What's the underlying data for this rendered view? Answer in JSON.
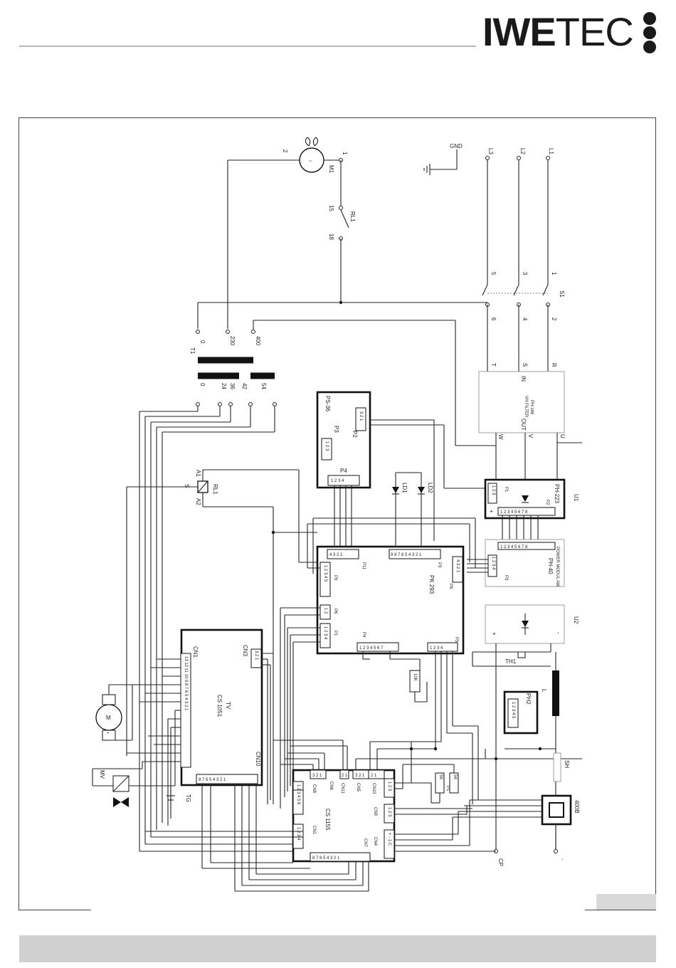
{
  "header": {
    "brand": {
      "bold": "IWE",
      "light": "TEC"
    }
  },
  "labels": {
    "gnd": "GND",
    "l3": "L3",
    "l2": "L2",
    "l1": "L1",
    "motor": "M1",
    "motor_pin_1": "1",
    "motor_pin_2": "2",
    "relay_rl1": "RL1",
    "rl1_pin_15": "15",
    "rl1_pin_18": "18",
    "s1": "S1",
    "s1_pin_5": "5",
    "s1_pin_3": "3",
    "s1_pin_1": "1",
    "s1_pin_6": "6",
    "s1_pin_4": "4",
    "s1_pin_2": "2",
    "t1": "T1",
    "t1_in_0": "0",
    "t1_in_230": "230",
    "t1_in_400": "400",
    "t1_out_0": "0",
    "t1_out_24": "24",
    "t1_out_36": "36",
    "t1_out_42": "42",
    "t1_out_54": "54",
    "filter_in": "IN",
    "filter_t": "T",
    "filter_s": "S",
    "filter_r": "R",
    "filter_title": "VH FILTER",
    "filter_model": "PH-166",
    "filter_out": "OUT",
    "filter_w": "W",
    "filter_v": "V",
    "filter_u": "U",
    "ps36": "PS-36",
    "ps36_p3": "P3",
    "ps36_p2": "P2",
    "ps36_p4": "P4",
    "ld1": "LD1",
    "ld2": "LD2",
    "u1": "U1",
    "ph223": "PH-223",
    "u1_p1": "P1",
    "u1_p2": "P2",
    "relay_a1": "A1",
    "relay_s": "S",
    "relay_rl": "RL1",
    "relay_a2": "A2",
    "pk293": "PK 293",
    "pk_p11": "P11",
    "pk_p3": "P3",
    "pk_p9": "P9",
    "pk_p6": "P6",
    "pk_p1": "P1",
    "pk_p8": "P8",
    "pk_p4": "P4",
    "pk_p5": "P5",
    "pm_title": "POWER MODUL AW",
    "pm_model": "PH-40",
    "pm_p3": "P3",
    "u2": "U2",
    "th1": "TH1",
    "pot_10k": "10K",
    "l_choke": "L",
    "ph2": "PH2",
    "dc_motor": "M",
    "tv_title": "TV",
    "tv_model": "CS 1051",
    "tv_cn1": "CN1",
    "tv_cn3": "CN3",
    "tv_cn10": "CN10",
    "cs1155": "CS 1155",
    "cs_cn8": "CN8",
    "cs_cn6": "CN6",
    "cs_cn11": "CN11",
    "cs_cn5": "CN5",
    "cs_cn10": "CN10",
    "cs_cn9": "CN9",
    "cs_cn4": "CN4",
    "cs_cn7": "CN7",
    "cs_cn1": "CN1",
    "pot_5k_a": "5K",
    "pot_5k_b": "5K",
    "cs_p1": "P1",
    "sh": "SH",
    "mv": "MV",
    "tg": "TG",
    "cp": "CP",
    "v400": "400B"
  },
  "colors": {
    "ink": "#111111",
    "rule": "#b9b9b9",
    "footer": "#d0d0d0"
  }
}
